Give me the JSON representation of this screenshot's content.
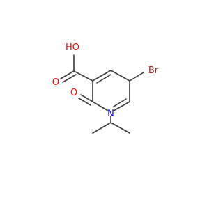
{
  "molecule": {
    "atoms": {
      "hydroxyl": "HO",
      "carbonyl_oxygen_acid": "O",
      "ring_oxygen": "O",
      "nitrogen": "N",
      "bromine": "Br"
    },
    "colors": {
      "bond": "#3a3a3a",
      "oxygen": "#ff0000",
      "nitrogen": "#0000ff",
      "bromine": "#a52a2a"
    }
  }
}
